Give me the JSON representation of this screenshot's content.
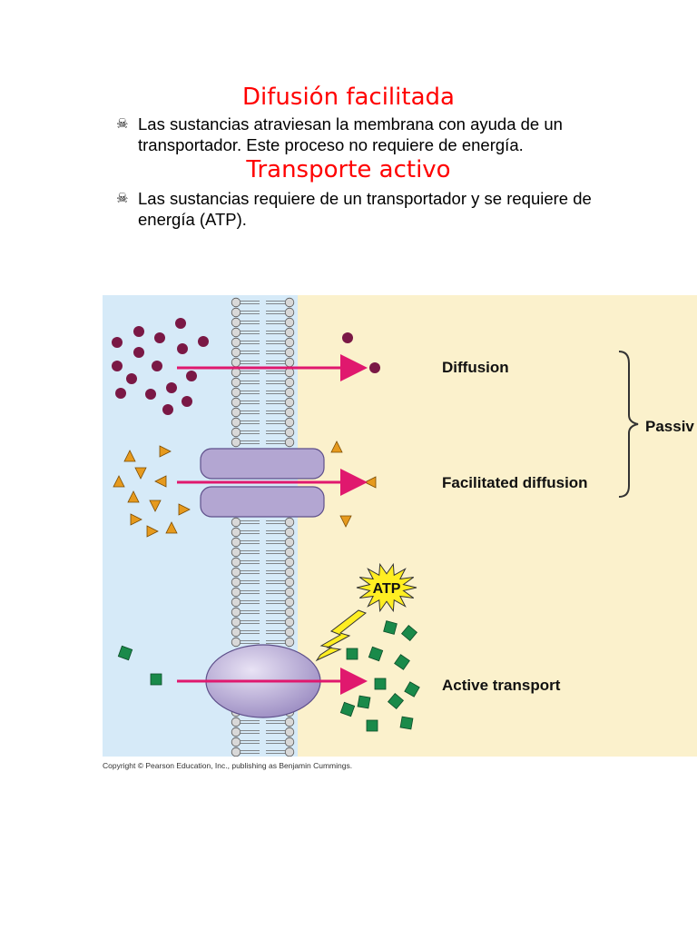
{
  "sections": [
    {
      "title": "Difusión facilitada",
      "bullet_icon": "skull-crossbones-icon",
      "bullet_symbol": "☠",
      "text": "Las sustancias atraviesan la membrana con ayuda de un transportador.  Este proceso no requiere de energía."
    },
    {
      "title": "Transporte activo",
      "bullet_icon": "skull-crossbones-icon",
      "bullet_symbol": "☠",
      "text": "Las sustancias requiere de un transportador y se requiere de energía (ATP)."
    }
  ],
  "figure": {
    "labels": {
      "diffusion": "Diffusion",
      "facilitated": "Facilitated diffusion",
      "active": "Active transport",
      "passive": "Passiv",
      "atp": "ATP"
    },
    "colors": {
      "left_bg": "#d6eaf8",
      "right_bg": "#fbf1cc",
      "arrow": "#e0186e",
      "dot": "#7a1845",
      "triangle": "#e69a1e",
      "square": "#1a8a4a",
      "protein": "#b3a6d2",
      "atp_star": "#ffee22"
    },
    "copyright": "Copyright © Pearson Education, Inc., publishing as Benjamin Cummings."
  }
}
